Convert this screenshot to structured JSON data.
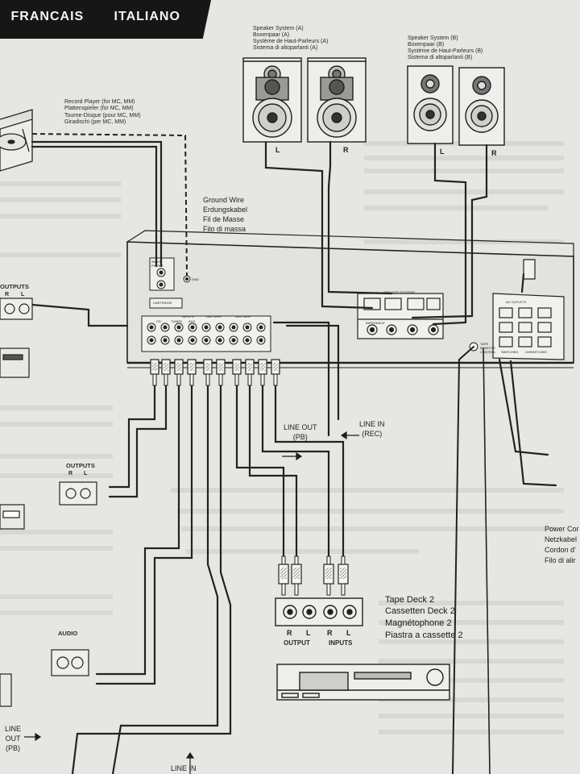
{
  "header": {
    "lang_fr": "FRANCAIS",
    "lang_it": "ITALIANO"
  },
  "record_player": {
    "lines": [
      "Record Player (for MC, MM)",
      "Plattenspieler (für MC, MM)",
      "Tourne-Disque (pour MC, MM)",
      "Giradischi (per MC, MM)"
    ]
  },
  "speaker_a": {
    "lines": [
      "Speaker System (A)",
      "Boxenpaar (A)",
      "Système de Haut-Parleurs (A)",
      "Sistema di altoparlanti (A)"
    ],
    "left": "L",
    "right": "R"
  },
  "speaker_b": {
    "lines": [
      "Speaker System (B)",
      "Boxenpaar (B)",
      "Système de Haut-Parleurs (B)",
      "Sistema di altoparlanti (B)"
    ],
    "left": "L",
    "right": "R"
  },
  "ground_wire": {
    "lines": [
      "Ground Wire",
      "Erdungskabel",
      "Fil de Masse",
      "Filo di massa"
    ]
  },
  "outputs_top": {
    "label": "OUTPUTS",
    "r": "R",
    "l": "L"
  },
  "outputs_mid": {
    "label": "OUTPUTS",
    "r": "R",
    "l": "L"
  },
  "audio": {
    "label": "AUDIO"
  },
  "line_out_pb": "LINE OUT\n(PB)",
  "line_in_rec": "LINE IN\n(REC)",
  "bottom_line_out": "LINE\nOUT\n(PB)",
  "bottom_line_in": "LINE IN",
  "tape_deck": {
    "lines": [
      "Tape Deck 2",
      "Cassetten Deck 2",
      "Magnétophone 2",
      "Piastra a cassette 2"
    ],
    "jack_labels": [
      "R",
      "L",
      "R",
      "L"
    ],
    "output": "OUTPUT",
    "inputs": "INPUTS"
  },
  "power_cord": {
    "lines": [
      "Power Cor",
      "Netzkabel",
      "Cordon d'",
      "Filo di alir"
    ]
  },
  "panel": {
    "input_phono": "INPUT\nPHONO",
    "gnd": "GND",
    "cartridge": "CARTRIDGE",
    "inputs_group": "INPUTS",
    "cd": "CD",
    "tuner": "TUNER",
    "aux": "AUX",
    "dat_tape1": "DAT/TAPE",
    "dat_tape2": "DAT/TAPE",
    "speaker_systems": "SPEAKER SYSTEMS",
    "impedance": "IMPEDANCE",
    "ac_outlets": "AC OUTLETS",
    "tape_monitor": "TAPE\nMONITOR\nCONTROL",
    "switched": "SWITCHED",
    "unswitched": "UNSWITCHED"
  }
}
